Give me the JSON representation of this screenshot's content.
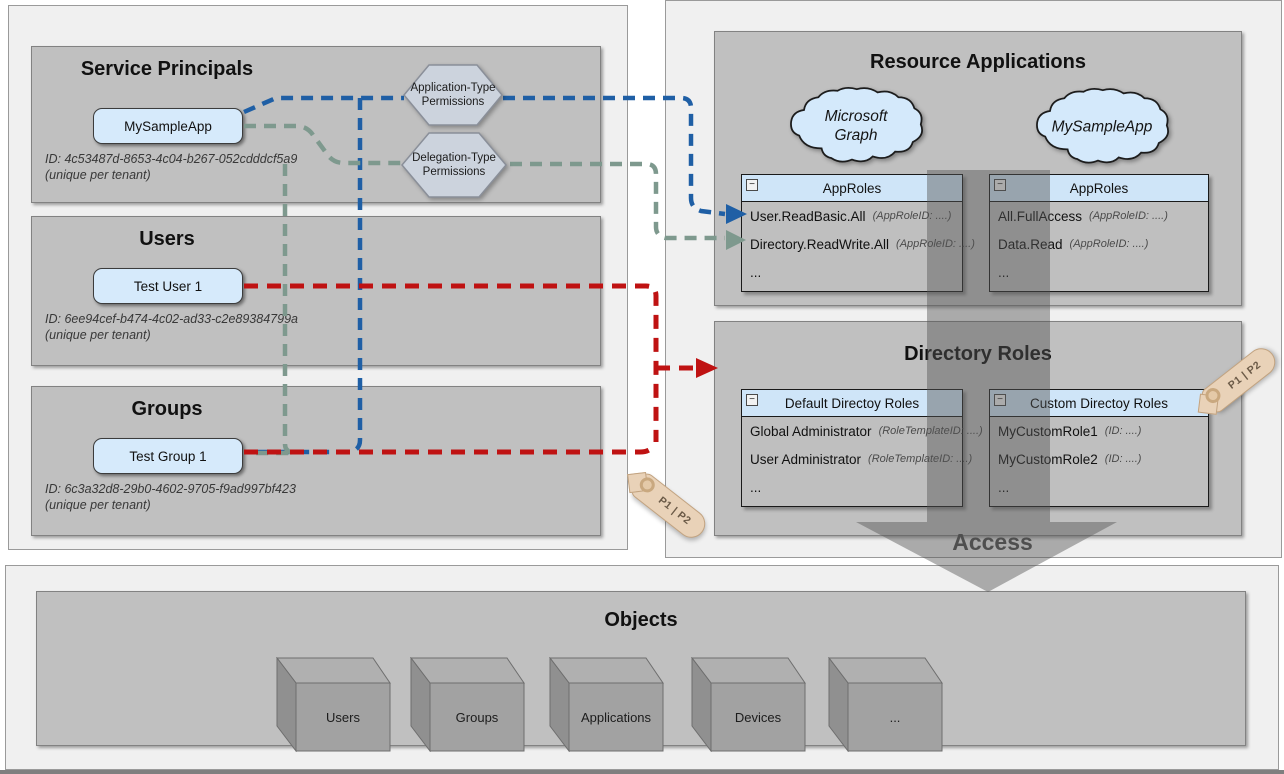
{
  "ui": {
    "collapse_glyph": "−"
  },
  "colors": {
    "blue_line": "#1f5fa5",
    "teal_line": "#7e998e",
    "red_line": "#bf1212",
    "cloud_fill": "#d4e9fb",
    "hexagon_fill": "#ccd3dd",
    "access_arrow": "rgba(85,85,85,0.45)",
    "header_blue": "#cfe5f8",
    "node_blue": "#d6eafb",
    "box_gray": "#c0c0c0"
  },
  "left_panel": {
    "sections": [
      {
        "title": "Service Principals",
        "entity": "MySampleApp",
        "id_line": "ID: 4c53487d-8653-4c04-b267-052cdddcf5a9",
        "id_note": "(unique per tenant)"
      },
      {
        "title": "Users",
        "entity": "Test User 1",
        "id_line": "ID: 6ee94cef-b474-4c02-ad33-c2e89384799a",
        "id_note": "(unique per tenant)"
      },
      {
        "title": "Groups",
        "entity": "Test Group 1",
        "id_line": "ID: 6c3a32d8-29b0-4602-9705-f9ad997bf423",
        "id_note": "(unique per tenant)"
      }
    ],
    "hexagons": [
      {
        "line1": "Application-Type",
        "line2": "Permissions"
      },
      {
        "line1": "Delegation-Type",
        "line2": "Permissions"
      }
    ]
  },
  "right_panel": {
    "resource_applications": {
      "title": "Resource Applications",
      "clouds": [
        {
          "line1": "Microsoft",
          "line2": "Graph"
        },
        {
          "line1": "MySampleApp",
          "line2": ""
        }
      ],
      "tables": [
        {
          "header": "AppRoles",
          "rows": [
            {
              "name": "User.ReadBasic.All",
              "annotation": "(AppRoleID: ....)"
            },
            {
              "name": "Directory.ReadWrite.All",
              "annotation": "(AppRoleID: ....)"
            },
            {
              "name": "...",
              "annotation": ""
            }
          ]
        },
        {
          "header": "AppRoles",
          "rows": [
            {
              "name": "All.FullAccess",
              "annotation": "(AppRoleID: ....)"
            },
            {
              "name": "Data.Read",
              "annotation": "(AppRoleID: ....)"
            },
            {
              "name": "...",
              "annotation": ""
            }
          ]
        }
      ]
    },
    "directory_roles": {
      "title": "Directory Roles",
      "tables": [
        {
          "header": "Default Directoy Roles",
          "rows": [
            {
              "name": "Global Administrator",
              "annotation": "(RoleTemplateID: ....)"
            },
            {
              "name": "User Administrator",
              "annotation": "(RoleTemplateID: ....)"
            },
            {
              "name": "...",
              "annotation": ""
            }
          ]
        },
        {
          "header": "Custom Directoy Roles",
          "rows": [
            {
              "name": "MyCustomRole1",
              "annotation": "(ID: ....)"
            },
            {
              "name": "MyCustomRole2",
              "annotation": "(ID: ....)"
            },
            {
              "name": "...",
              "annotation": ""
            }
          ]
        }
      ]
    },
    "access_label": "Access"
  },
  "bottom_panel": {
    "title": "Objects",
    "cubes": [
      "Users",
      "Groups",
      "Applications",
      "Devices",
      "..."
    ]
  },
  "badge": {
    "label": "P1 | P2"
  }
}
